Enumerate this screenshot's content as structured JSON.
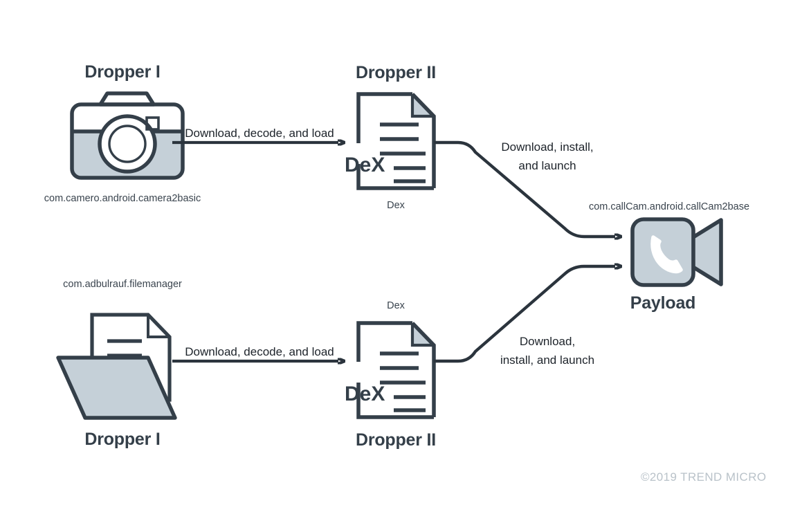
{
  "diagram": {
    "title_implied": "Dropper infection chain",
    "colors": {
      "stroke_dark": "#343f49",
      "fill_light": "#c5d0d8",
      "line_dark": "#2b343d",
      "text_dark": "#1d232a",
      "copyright_gray": "#b9c2c9",
      "background": "#ffffff",
      "white": "#ffffff"
    },
    "nodes": {
      "top_dropper1": {
        "title": "Dropper I",
        "package": "com.camero.android.camera2basic",
        "icon": "camera-icon"
      },
      "top_dropper2": {
        "title": "Dropper II",
        "caption": "Dex",
        "badge": "DeX",
        "icon": "document-icon"
      },
      "bottom_dropper1": {
        "title": "Dropper I",
        "package": "com.adbulrauf.filemanager",
        "icon": "folder-document-icon"
      },
      "bottom_dropper2": {
        "title": "Dropper II",
        "caption": "Dex",
        "badge": "DeX",
        "icon": "document-icon"
      },
      "payload": {
        "title": "Payload",
        "package": "com.callCam.android.callCam2base",
        "icon": "video-call-icon"
      }
    },
    "edges": {
      "top_load": "Download, decode, and load",
      "bottom_load": "Download, decode, and load",
      "top_launch_line1": "Download, install,",
      "top_launch_line2": "and launch",
      "bottom_launch_line1": "Download,",
      "bottom_launch_line2": "install, and launch"
    },
    "footer": {
      "copyright": "©2019 TREND MICRO"
    }
  }
}
